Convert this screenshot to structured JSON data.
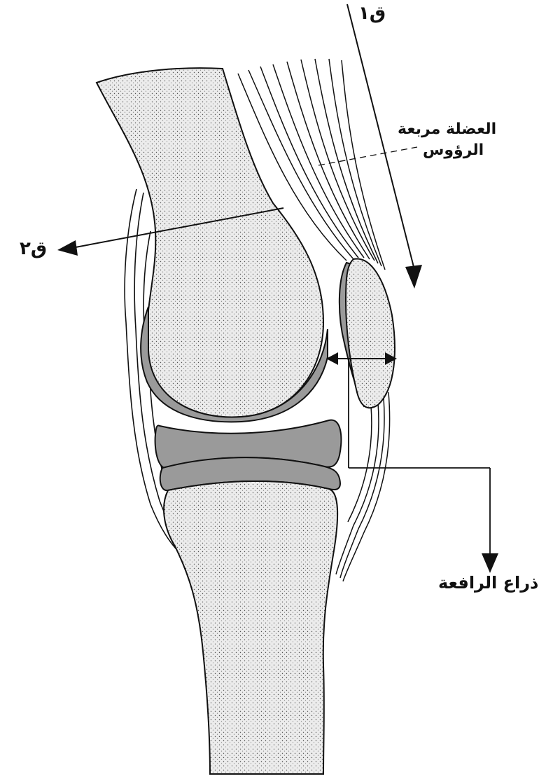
{
  "labels": {
    "force1": "ق١",
    "force2": "ق٢",
    "quadriceps_line1": "العضلة مربعة",
    "quadriceps_line2": "الرؤوس",
    "lever_arm": "ذراع الرافعة"
  },
  "colors": {
    "bone_fill": "#ebebeb",
    "cartilage_fill": "#9a9a9a",
    "outline": "#111111",
    "background": "#ffffff"
  },
  "icons": [
    "arrow-head-icon"
  ]
}
